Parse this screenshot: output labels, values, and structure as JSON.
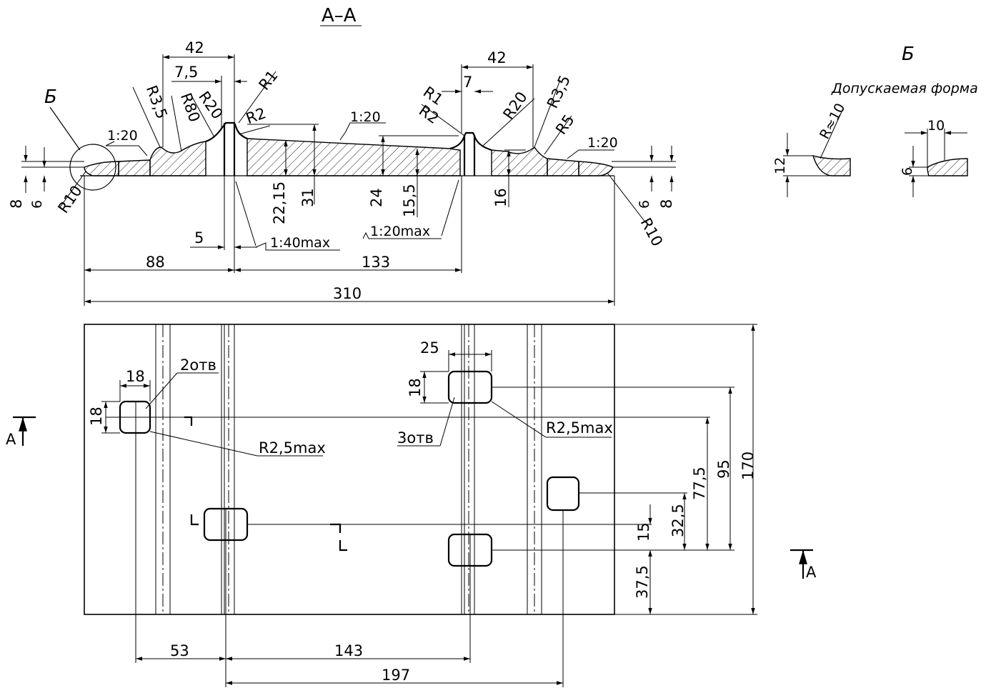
{
  "section": {
    "title": "А–А"
  },
  "detail": {
    "letter": "Б",
    "caption": "Допускаемая форма"
  },
  "section_view": {
    "callout": "Б",
    "dims": {
      "w42_left": "42",
      "w7_5": "7,5",
      "r1_left": "R1",
      "r3_5_left": "R3,5",
      "r80": "R80",
      "r20_left": "R20",
      "r2_left": "R2",
      "slope_left": "1:20",
      "slope_mid": "1:20",
      "w42_right": "42",
      "w7": "7",
      "r1_right": "R1",
      "r2_right": "R2",
      "r20_right": "R20",
      "r3_5_right": "R3,5",
      "r5": "R5",
      "slope_right": "1:20",
      "h8_left": "8",
      "h6_left": "6",
      "r10_left": "R10",
      "h22_15": "22,15",
      "h31": "31",
      "h24": "24",
      "h15_5": "15,5",
      "h16": "16",
      "h6_right": "6",
      "h8_right": "8",
      "r10_right": "R10",
      "w5": "5",
      "slope_140": "1:40max",
      "slope_120max": "1:20max",
      "w88": "88",
      "w133": "133",
      "w310": "310"
    }
  },
  "detail_view": {
    "r_approx": "R≈10",
    "h12": "12",
    "w10": "10",
    "h6": "6"
  },
  "plan_view": {
    "label_2holes": "2отв",
    "label_3holes": "3отв",
    "r_left": "R2,5max",
    "r_right": "R2,5max",
    "w18_top": "18",
    "h18_left": "18",
    "w25": "25",
    "h18_right": "18",
    "v77_5": "77,5",
    "v95": "95",
    "v170": "170",
    "v32_5": "32,5",
    "v15": "15",
    "v37_5": "37,5",
    "w53": "53",
    "w143": "143",
    "w197": "197",
    "cut_left": "А",
    "cut_right": "А"
  }
}
